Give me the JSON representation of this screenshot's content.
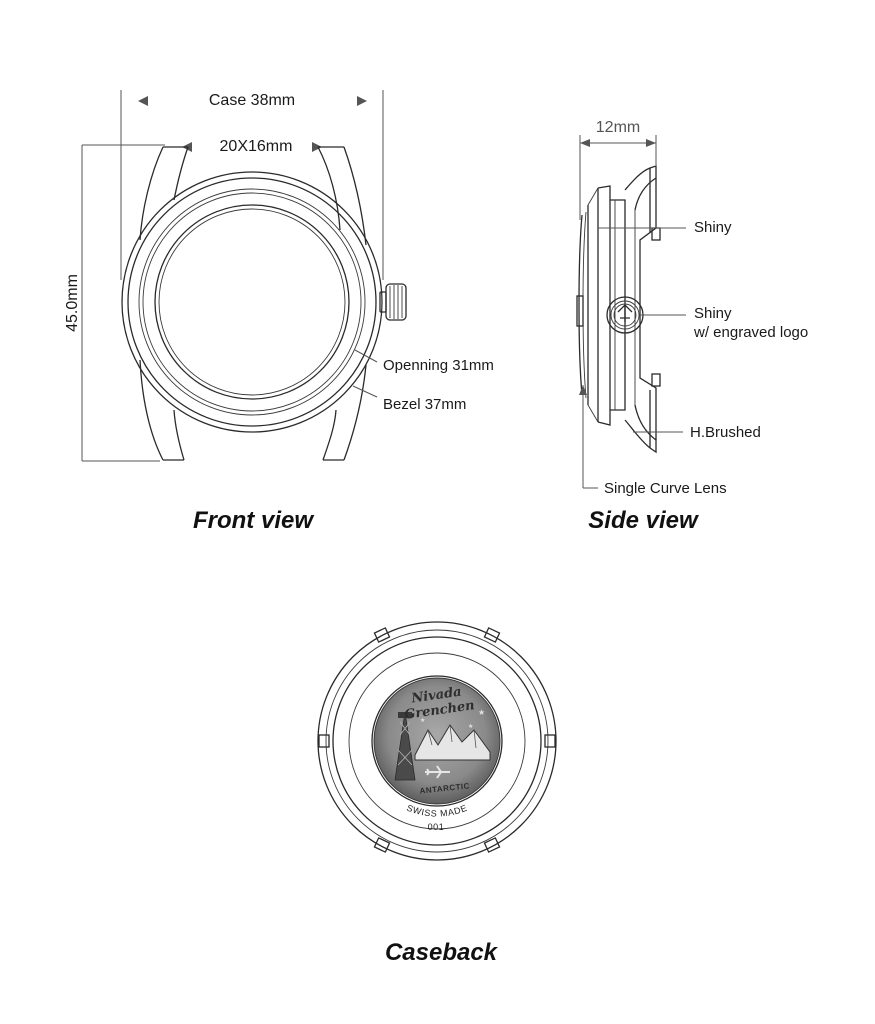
{
  "front_view": {
    "caption": "Front view",
    "case_width_label": "Case 38mm",
    "lug_width_label": "20X16mm",
    "height_label": "45.0mm",
    "opening_label": "Openning 31mm",
    "bezel_label": "Bezel 37mm"
  },
  "side_view": {
    "caption": "Side view",
    "thickness_label": "12mm",
    "callouts": [
      {
        "text": "Shiny"
      },
      {
        "text": "Shiny"
      },
      {
        "text": "w/ engraved logo"
      },
      {
        "text": "H.Brushed"
      },
      {
        "text": "Single Curve Lens"
      }
    ]
  },
  "caseback": {
    "caption": "Caseback",
    "engraving_brand_line1": "Nivada",
    "engraving_brand_line2": "Grenchen",
    "engraving_model": "ANTARCTIC",
    "ring_text": "SWISS MADE",
    "serial": "001"
  },
  "colors": {
    "line": "#2a2a2a",
    "medallion_fill": "#8c8c8c",
    "medallion_dark": "#5a5a5a"
  }
}
